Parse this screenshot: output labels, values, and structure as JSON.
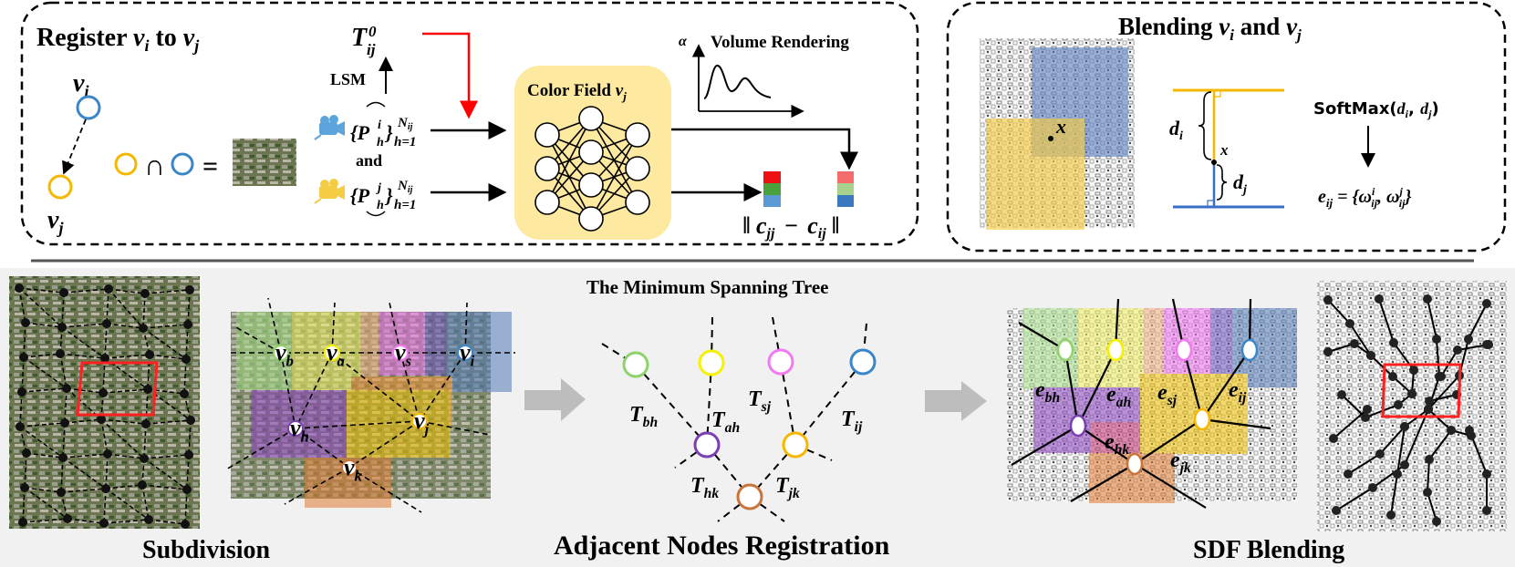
{
  "register_panel": {
    "title": {
      "text": "Register ",
      "v1": "v",
      "s1": "i",
      "mid": " to ",
      "v2": "v",
      "s2": "j"
    },
    "node_i": {
      "base": "v",
      "sub": "i"
    },
    "node_j": {
      "base": "v",
      "sub": "j"
    },
    "intersection": "∩",
    "equals": "=",
    "init_transform": {
      "base": "T",
      "sub": "ij",
      "sup": "0"
    },
    "lsm": "LSM",
    "pixels_i": {
      "open": "{",
      "base": "P",
      "sub": "h",
      "sup": "i",
      "close": "}",
      "range_sub": "h=1",
      "range_sup": "N",
      "range_sup_sub": "ij"
    },
    "and": "and",
    "pixels_j": {
      "open": "{",
      "base": "P",
      "sub": "h",
      "sup": "j",
      "close": "}",
      "range_sub": "h=1",
      "range_sup": "N",
      "range_sup_sub": "ij"
    },
    "color_field": {
      "text": "Color Field ",
      "base": "v",
      "sub": "j"
    },
    "volume_rendering": {
      "axis": "α",
      "label": "Volume Rendering"
    },
    "loss": {
      "open": "‖",
      "c1": "c",
      "s1": "jj",
      "minus": "−",
      "c2": "c",
      "s2": "ij",
      "close": "‖"
    }
  },
  "blending_panel": {
    "title": {
      "text": "Blending ",
      "v1": "v",
      "s1": "i",
      "mid": " and ",
      "v2": "v",
      "s2": "j"
    },
    "point": "x",
    "d_i": {
      "base": "d",
      "sub": "i"
    },
    "d_j": {
      "base": "d",
      "sub": "j"
    },
    "softmax": {
      "fn": "SoftMax(",
      "a": "d",
      "as": "i",
      "comma": ", ",
      "b": "d",
      "bs": "j",
      "close": ")"
    },
    "weights": {
      "e": "e",
      "es": "ij",
      "eq": " = {",
      "w1": "ω",
      "w1sup": "i",
      "w1sub": "ij",
      "comma": ", ",
      "w2": "ω",
      "w2sup": "j",
      "w2sub": "ij",
      "close": "}"
    }
  },
  "subdivision": {
    "label": "Subdivision",
    "nodes": [
      {
        "base": "v",
        "sub": "b"
      },
      {
        "base": "v",
        "sub": "a"
      },
      {
        "base": "v",
        "sub": "s"
      },
      {
        "base": "v",
        "sub": "i"
      },
      {
        "base": "v",
        "sub": "h"
      },
      {
        "base": "v",
        "sub": "j"
      },
      {
        "base": "v",
        "sub": "k"
      }
    ]
  },
  "mst": {
    "title": "The Minimum Spanning Tree",
    "label": "Adjacent Nodes Registration",
    "edges": [
      {
        "base": "T",
        "sub": "bh"
      },
      {
        "base": "T",
        "sub": "ah"
      },
      {
        "base": "T",
        "sub": "sj"
      },
      {
        "base": "T",
        "sub": "ij"
      },
      {
        "base": "T",
        "sub": "hk"
      },
      {
        "base": "T",
        "sub": "jk"
      }
    ]
  },
  "sdf": {
    "label": "SDF Blending",
    "edges": [
      {
        "base": "e",
        "sub": "bh"
      },
      {
        "base": "e",
        "sub": "ah"
      },
      {
        "base": "e",
        "sub": "sj"
      },
      {
        "base": "e",
        "sub": "ij"
      },
      {
        "base": "e",
        "sub": "hk"
      },
      {
        "base": "e",
        "sub": "jk"
      }
    ]
  },
  "colors": {
    "node_b": "#8fd16a",
    "node_a": "#f5f200",
    "node_s": "#f07af0",
    "node_i": "#3a86c8",
    "node_h": "#7a3fb0",
    "node_j": "#f5b800",
    "node_k": "#c8743a",
    "init_arrow": "#ff0000",
    "color_field_bg": "#fde9a0",
    "highlight_box": "#ff2020"
  }
}
